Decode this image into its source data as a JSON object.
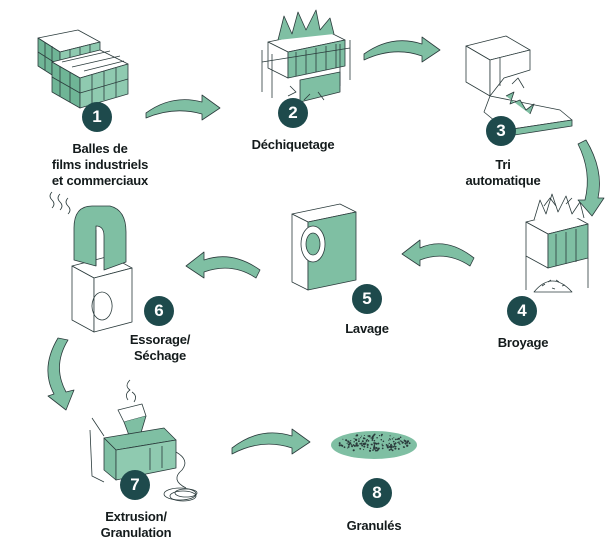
{
  "colors": {
    "accent": "#7fbfa3",
    "dark": "#1e4a4c",
    "ink": "#2b3b3c"
  },
  "steps": [
    {
      "number": "1",
      "label": "Balles de\nfilms industriels\net commerciaux",
      "icon": "film-bales"
    },
    {
      "number": "2",
      "label": "Déchiquetage",
      "icon": "shredder"
    },
    {
      "number": "3",
      "label": "Tri\nautomatique",
      "icon": "sorting-machine"
    },
    {
      "number": "4",
      "label": "Broyage",
      "icon": "grinder"
    },
    {
      "number": "5",
      "label": "Lavage",
      "icon": "washing-machine"
    },
    {
      "number": "6",
      "label": "Essorage/\nSéchage",
      "icon": "dryer"
    },
    {
      "number": "7",
      "label": "Extrusion/\nGranulation",
      "icon": "extruder"
    },
    {
      "number": "8",
      "label": "Granulés",
      "icon": "pellets"
    }
  ],
  "arrows": [
    {
      "from": "1",
      "to": "2",
      "direction": "right"
    },
    {
      "from": "2",
      "to": "3",
      "direction": "right"
    },
    {
      "from": "3",
      "to": "4",
      "direction": "down"
    },
    {
      "from": "4",
      "to": "5",
      "direction": "left"
    },
    {
      "from": "5",
      "to": "6",
      "direction": "left"
    },
    {
      "from": "6",
      "to": "7",
      "direction": "down"
    },
    {
      "from": "7",
      "to": "8",
      "direction": "right"
    }
  ]
}
